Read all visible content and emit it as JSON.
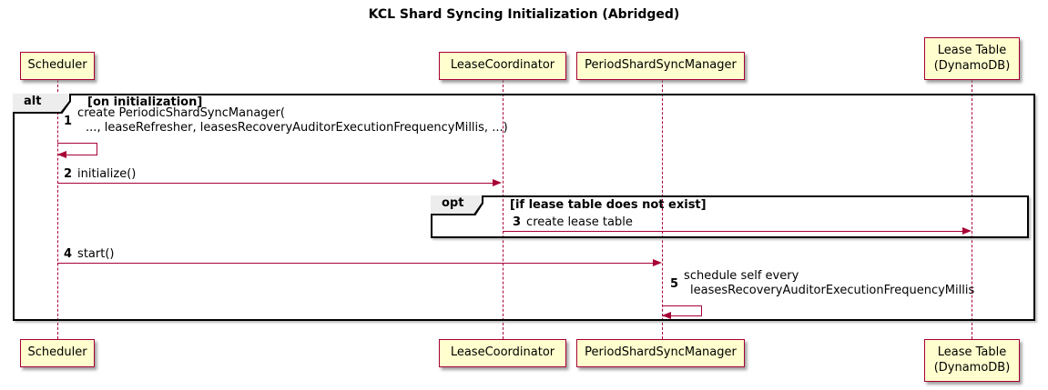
{
  "title": "KCL Shard Syncing Initialization (Abridged)",
  "participants": [
    {
      "name": "Scheduler"
    },
    {
      "name": "LeaseCoordinator"
    },
    {
      "name": "PeriodShardSyncManager"
    },
    {
      "name": "Lease Table (DynamoDB)"
    }
  ],
  "alt_frame": {
    "operator": "alt",
    "guard": "[on initialization]"
  },
  "opt_frame": {
    "operator": "opt",
    "guard": "[if lease table does not exist]"
  },
  "messages": {
    "m1": {
      "num": "1",
      "line1": "create PeriodicShardSyncManager(",
      "line2": "..., leaseRefresher, leasesRecoveryAuditorExecutionFrequencyMillis, ...)",
      "kind": "self",
      "from": "Scheduler",
      "to": "Scheduler"
    },
    "m2": {
      "num": "2",
      "text": "initialize()",
      "from": "Scheduler",
      "to": "LeaseCoordinator"
    },
    "m3": {
      "num": "3",
      "text": "create lease table",
      "from": "LeaseCoordinator",
      "to": "Lease Table (DynamoDB)"
    },
    "m4": {
      "num": "4",
      "text": "start()",
      "from": "Scheduler",
      "to": "PeriodShardSyncManager"
    },
    "m5": {
      "num": "5",
      "line1": "schedule self every",
      "line2": "leasesRecoveryAuditorExecutionFrequencyMillis",
      "kind": "self",
      "from": "PeriodShardSyncManager",
      "to": "PeriodShardSyncManager"
    }
  },
  "colors": {
    "participant_fill": "#FEFECE",
    "participant_border": "#A80036",
    "lifeline": "#A80036",
    "arrow": "#A80036",
    "frame_border": "#000000",
    "operator_bg": "#EDEDED",
    "text": "#000000",
    "background": "#FFFFFF"
  }
}
